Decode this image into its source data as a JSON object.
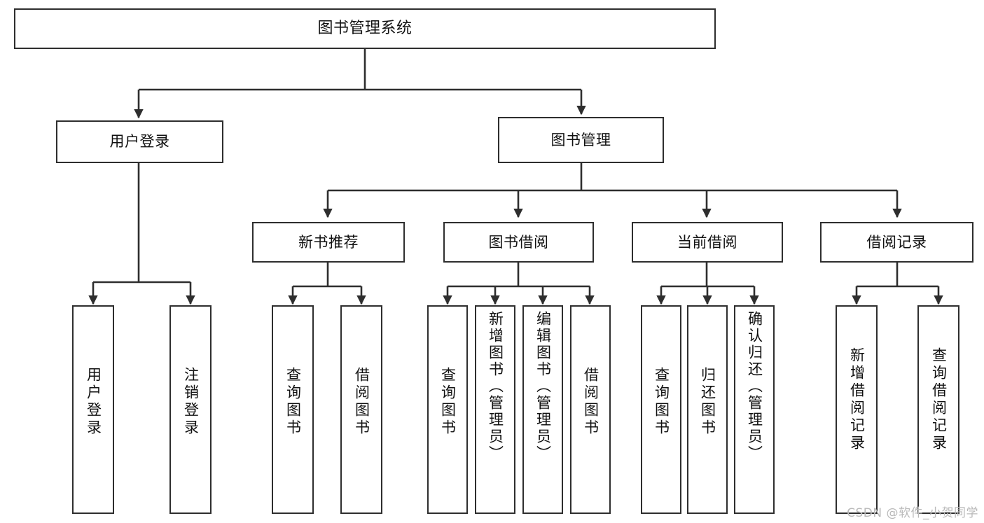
{
  "diagram": {
    "title": "图书管理系统",
    "type": "function-structure-tree",
    "root": {
      "id": "root",
      "label": "图书管理系统",
      "orientation": "horizontal"
    },
    "level1": [
      {
        "id": "user-login",
        "label": "用户登录",
        "orientation": "horizontal"
      },
      {
        "id": "book-manage",
        "label": "图书管理",
        "orientation": "horizontal"
      }
    ],
    "level2": [
      {
        "id": "new-book-recommend",
        "label": "新书推荐",
        "orientation": "horizontal",
        "parent": "book-manage"
      },
      {
        "id": "book-borrow",
        "label": "图书借阅",
        "orientation": "horizontal",
        "parent": "book-manage"
      },
      {
        "id": "current-borrow",
        "label": "当前借阅",
        "orientation": "horizontal",
        "parent": "book-manage"
      },
      {
        "id": "borrow-record",
        "label": "借阅记录",
        "orientation": "horizontal",
        "parent": "book-manage"
      }
    ],
    "leaves": [
      {
        "id": "leaf-user-login",
        "label": "用户登录",
        "orientation": "vertical",
        "parent": "user-login"
      },
      {
        "id": "leaf-logout",
        "label": "注销登录",
        "orientation": "vertical",
        "parent": "user-login"
      },
      {
        "id": "leaf-query-book-1",
        "label": "查询图书",
        "orientation": "vertical",
        "parent": "new-book-recommend"
      },
      {
        "id": "leaf-borrow-book-1",
        "label": "借阅图书",
        "orientation": "vertical",
        "parent": "new-book-recommend"
      },
      {
        "id": "leaf-query-book-2",
        "label": "查询图书",
        "orientation": "vertical",
        "parent": "book-borrow"
      },
      {
        "id": "leaf-add-book",
        "label": "新增图书（管理员）",
        "orientation": "vertical",
        "parent": "book-borrow"
      },
      {
        "id": "leaf-edit-book",
        "label": "编辑图书（管理员）",
        "orientation": "vertical",
        "parent": "book-borrow"
      },
      {
        "id": "leaf-borrow-book-2",
        "label": "借阅图书",
        "orientation": "vertical",
        "parent": "book-borrow"
      },
      {
        "id": "leaf-query-book-3",
        "label": "查询图书",
        "orientation": "vertical",
        "parent": "current-borrow"
      },
      {
        "id": "leaf-return-book",
        "label": "归还图书",
        "orientation": "vertical",
        "parent": "current-borrow"
      },
      {
        "id": "leaf-confirm-return",
        "label": "确认归还（管理员）",
        "orientation": "vertical",
        "parent": "current-borrow"
      },
      {
        "id": "leaf-add-record",
        "label": "新增借阅记录",
        "orientation": "vertical",
        "parent": "borrow-record"
      },
      {
        "id": "leaf-query-record",
        "label": "查询借阅记录",
        "orientation": "vertical",
        "parent": "borrow-record"
      }
    ],
    "colors": {
      "stroke": "#2e2e2e",
      "text": "#111111",
      "background": "#ffffff",
      "watermark": "#b9b9b9"
    }
  },
  "watermark": {
    "text": "CSDN @软件_小贺同学"
  }
}
